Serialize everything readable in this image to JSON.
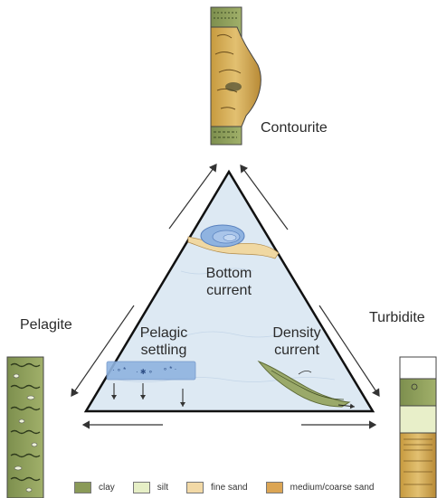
{
  "labels": {
    "contourite": "Contourite",
    "pelagite": "Pelagite",
    "turbidite": "Turbidite",
    "bottom_current": [
      "Bottom",
      "current"
    ],
    "pelagic_settling": [
      "Pelagic",
      "settling"
    ],
    "density_current": [
      "Density",
      "current"
    ]
  },
  "legend": [
    {
      "label": "clay",
      "color": "#8a9a58"
    },
    {
      "label": "silt",
      "color": "#e6efc6"
    },
    {
      "label": "fine sand",
      "color": "#f2d9a6"
    },
    {
      "label": "medium/coarse sand",
      "color": "#dba554"
    }
  ],
  "colors": {
    "triangle_fill": "#dde9f3",
    "triangle_stroke": "#111111",
    "water_blue": "#8fb3e0",
    "sediment_sand": "#f0d8a2",
    "density_flow": "#9aa96a"
  }
}
